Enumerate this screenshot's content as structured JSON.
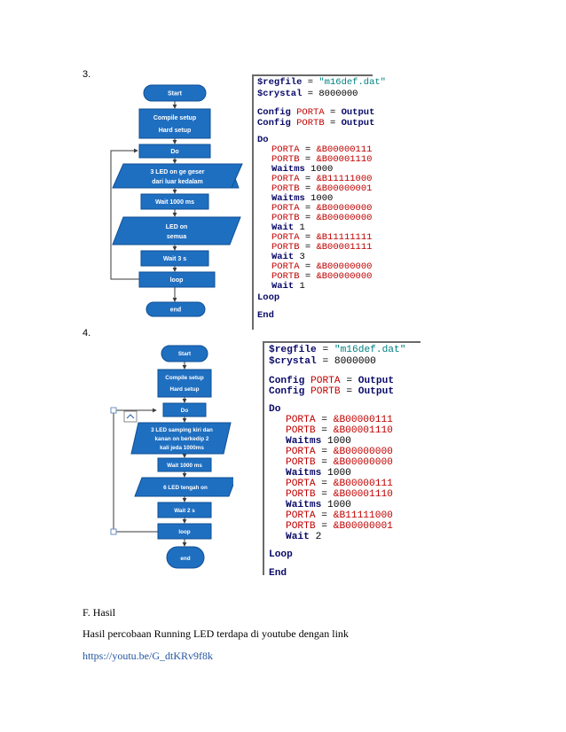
{
  "section3": {
    "number": "3.",
    "flowchart": {
      "start": "Start",
      "setup_line1": "Compile setup",
      "setup_line2": "Hard setup",
      "do": "Do",
      "step1_line1": "3 LED on ge geser",
      "step1_line2": "dari luar kedalam",
      "wait1": "Wait 1000 ms",
      "step2_line1": "LED on",
      "step2_line2": "semua",
      "wait2": "Wait 3 s",
      "loop": "loop",
      "end": "end"
    },
    "code": {
      "regfile_kw": "$regfile",
      "eq": "=",
      "regfile_val": "\"m16def.dat\"",
      "crystal_kw": "$crystal",
      "crystal_val": "8000000",
      "config_kw": "Config",
      "porta": "PORTA",
      "portb": "PORTB",
      "output": "Output",
      "do": "Do",
      "waitms": "Waitms",
      "wait": "Wait",
      "loop": "Loop",
      "end": "End",
      "v1": "&B00000111",
      "v2": "&B00001110",
      "v3": "1000",
      "v4": "&B11111000",
      "v5": "&B00000001",
      "v6": "1000",
      "v7": "&B00000000",
      "v8": "&B00000000",
      "v9": "1",
      "v10": "&B11111111",
      "v11": "&B00001111",
      "v12": "3",
      "v13": "&B00000000",
      "v14": "&B00000000",
      "v15": "1"
    }
  },
  "section4": {
    "number": "4.",
    "flowchart": {
      "start": "Start",
      "setup_line1": "Compile setup",
      "setup_line2": "Hard setup",
      "do": "Do",
      "step1_line1": "3 LED samping kiri dan",
      "step1_line2": "kanan on berkedip 2",
      "step1_line3": "kali jeda 1000ms",
      "wait1": "Wait 1000 ms",
      "step2": "6 LED tengah on",
      "wait2": "Wait 2 s",
      "loop": "loop",
      "end": "end"
    },
    "code": {
      "regfile_kw": "$regfile",
      "eq": "=",
      "regfile_val": "\"m16def.dat\"",
      "crystal_kw": "$crystal",
      "crystal_val": "8000000",
      "config_kw": "Config",
      "porta": "PORTA",
      "portb": "PORTB",
      "output": "Output",
      "do": "Do",
      "waitms": "Waitms",
      "wait": "Wait",
      "loop": "Loop",
      "end": "End",
      "v1": "&B00000111",
      "v2": "&B00001110",
      "v3": "1000",
      "v4": "&B00000000",
      "v5": "&B00000000",
      "v6": "1000",
      "v7": "&B00000111",
      "v8": "&B00001110",
      "v9": "1000",
      "v10": "&B11111000",
      "v11": "&B00000001",
      "v12": "2"
    }
  },
  "hasil": {
    "heading": "F.   Hasil",
    "text": "Hasil percobaan Running LED terdapa di youtube dengan link",
    "link": "https://youtu.be/G_dtKRv9f8k"
  },
  "colors": {
    "shape_fill": "#1f6fc1",
    "shape_stroke": "#0f4f94",
    "code_keyword": "#0a0a6a",
    "code_red": "#c00000",
    "code_teal": "#008080",
    "link": "#2255a0"
  }
}
